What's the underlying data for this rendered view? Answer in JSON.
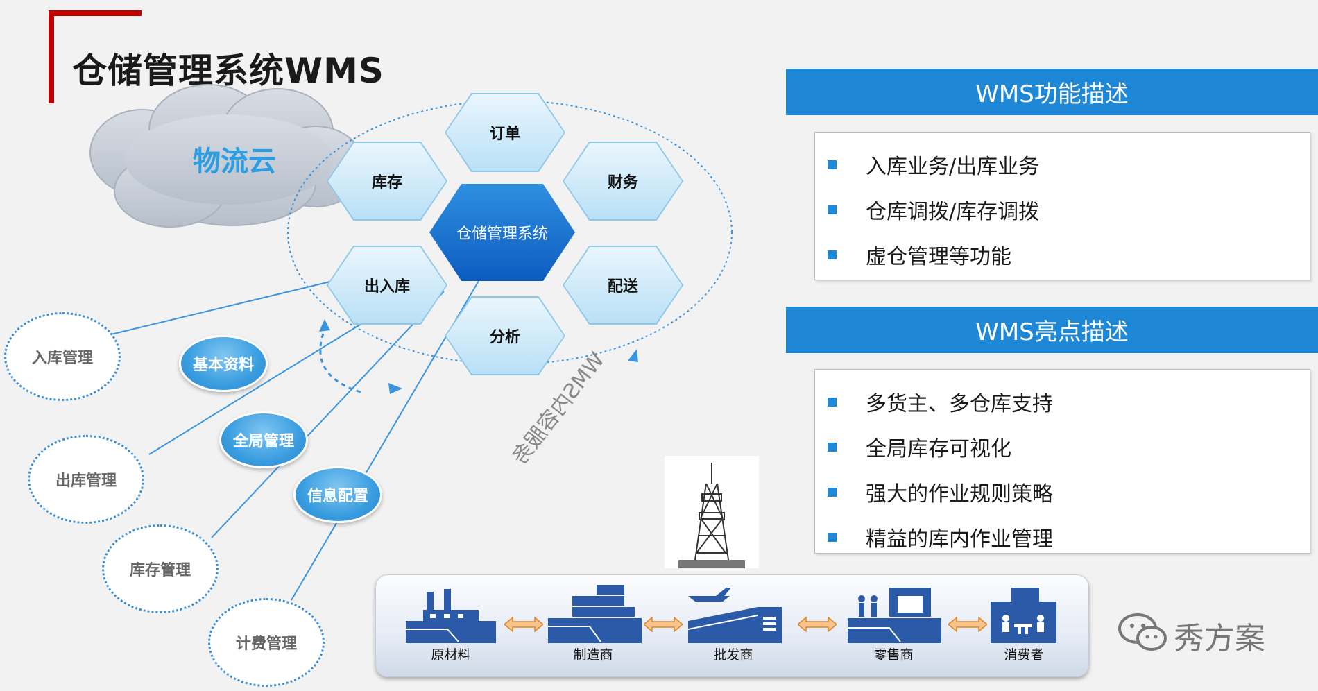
{
  "title": "仓储管理系统WMS",
  "cloud_label": "物流云",
  "hexagons": {
    "center": "仓储管理系统",
    "top": "订单",
    "upper_left": "库存",
    "upper_right": "财务",
    "lower_left": "出入库",
    "lower_right": "配送",
    "bottom": "分析"
  },
  "pills": [
    "基本资料",
    "全局管理",
    "信息配置"
  ],
  "management": [
    "入库管理",
    "出库管理",
    "库存管理",
    "计费管理"
  ],
  "rotated_label": "WMS内容服务",
  "panels": {
    "functions": {
      "header": "WMS功能描述",
      "items": [
        "入库业务/出库业务",
        "仓库调拨/库存调拨",
        "虚仓管理等功能"
      ]
    },
    "highlights": {
      "header": "WMS亮点描述",
      "items": [
        "多货主、多仓库支持",
        "全局库存可视化",
        "强大的作业规则策略",
        "精益的库内作业管理"
      ]
    }
  },
  "supply_chain": [
    "原材料",
    "制造商",
    "批发商",
    "零售商",
    "消费者"
  ],
  "watermark": "秀方案",
  "colors": {
    "accent_blue": "#1e88d6",
    "title_red": "#c00000",
    "cloud_blue": "#2b9de0"
  }
}
